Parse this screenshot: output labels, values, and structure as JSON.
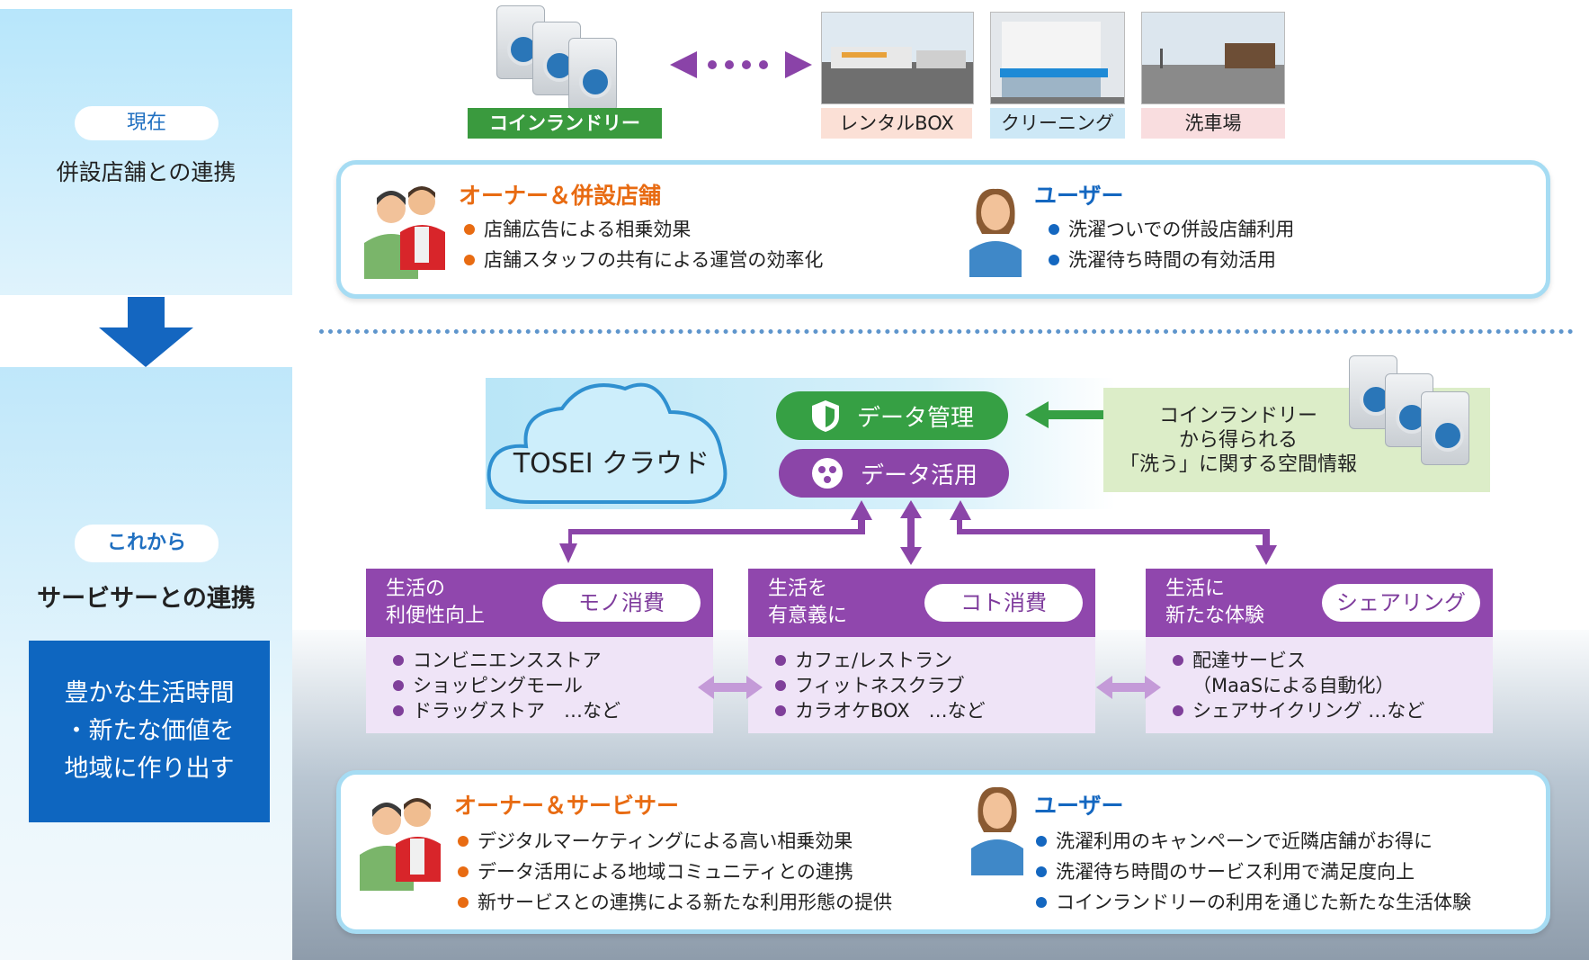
{
  "left_panel": {
    "current_label": "現在",
    "current_desc": "併設店舗との連携",
    "future_label": "これから",
    "future_desc": "サービサーとの連携",
    "hero_lines": [
      "豊かな生活時間",
      "・新たな価値を",
      "地域に作り出す"
    ]
  },
  "top_row": {
    "coin_laundry_label": "コインランドリー",
    "shops": [
      "レンタルBOX",
      "クリーニング",
      "洗車場"
    ]
  },
  "current_box": {
    "owner_title": "オーナー＆併設店舗",
    "owner_points": [
      "店舗広告による相乗効果",
      "店舗スタッフの共有による運営の効率化"
    ],
    "user_title": "ユーザー",
    "user_points": [
      "洗濯ついでの併設店舗利用",
      "洗濯待ち時間の有効活用"
    ]
  },
  "cloud": {
    "label": "TOSEI クラウド",
    "data_management": "データ管理",
    "data_utilization": "データ活用",
    "source_lines": [
      "コインランドリー",
      "から得られる",
      "「洗う」に関する空間情報"
    ]
  },
  "services": [
    {
      "sub": [
        "生活の",
        "利便性向上"
      ],
      "category": "モノ消費",
      "items": [
        "コンビニエンスストア",
        "ショッピングモール",
        "ドラッグストア　…など"
      ]
    },
    {
      "sub": [
        "生活を",
        "有意義に"
      ],
      "category": "コト消費",
      "items": [
        "カフェ/レストラン",
        "フィットネスクラブ",
        "カラオケBOX　…など"
      ]
    },
    {
      "sub": [
        "生活に",
        "新たな体験"
      ],
      "category": "シェアリング",
      "items": [
        "配達サービス",
        "（MaaSによる自動化）",
        "シェアサイクリング …など"
      ]
    }
  ],
  "future_box": {
    "owner_title": "オーナー＆サービサー",
    "owner_points": [
      "デジタルマーケティングによる高い相乗効果",
      "データ活用による地域コミュニティとの連携",
      "新サービスとの連携による新たな利用形態の提供"
    ],
    "user_title": "ユーザー",
    "user_points": [
      "洗濯利用のキャンペーンで近隣店舗がお得に",
      "洗濯待ち時間のサービス利用で満足度向上",
      "コインランドリーの利用を通じた新たな生活体験"
    ]
  },
  "colors": {
    "accent_blue": "#0e66c0",
    "purple": "#9047ad",
    "green": "#3a9a3e",
    "orange": "#e86b12"
  }
}
